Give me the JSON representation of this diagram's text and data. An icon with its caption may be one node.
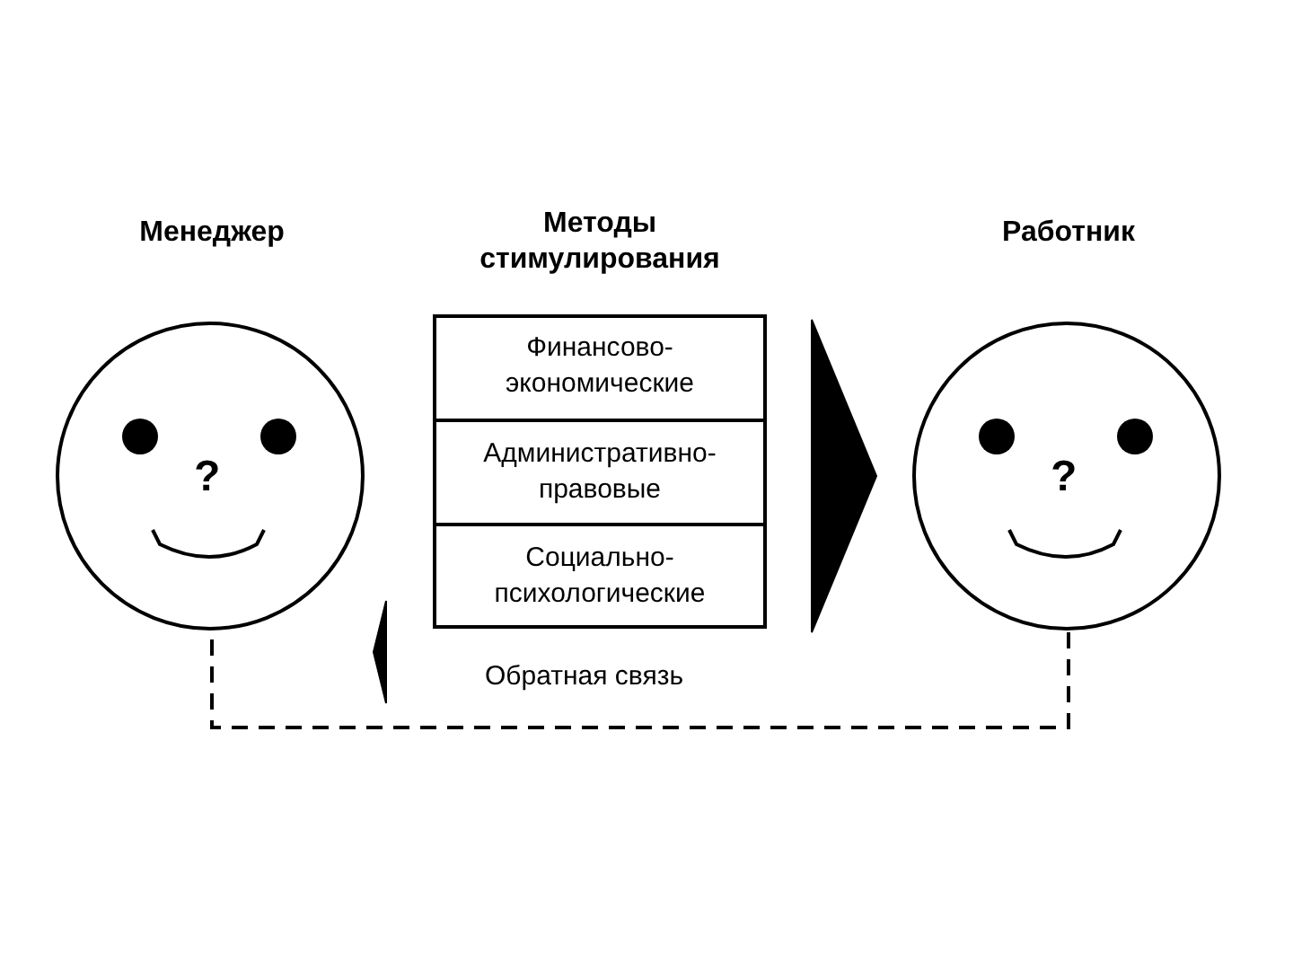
{
  "diagram": {
    "nodes": [
      {
        "text": [
          "Менеджер",
          "?"
        ]
      },
      {
        "text": [
          "Методы стимулирования"
        ]
      },
      {
        "text": [
          "Финансово- экономические"
        ],
        "in": 1
      },
      {
        "text": [
          "Административно- правовые"
        ],
        "in": 1
      },
      {
        "text": [
          "Социально- психологические"
        ],
        "in": 1
      },
      {
        "text": [
          "Работник",
          "?"
        ]
      }
    ],
    "edges": [
      {
        "from": 1,
        "to": 5,
        "arrow": "to"
      },
      {
        "from": 1,
        "to": 0,
        "arrow": "to"
      },
      {
        "from": 5,
        "to": 0,
        "arrow": "none",
        "style": "dashed",
        "label": "Обратная связь"
      }
    ]
  }
}
